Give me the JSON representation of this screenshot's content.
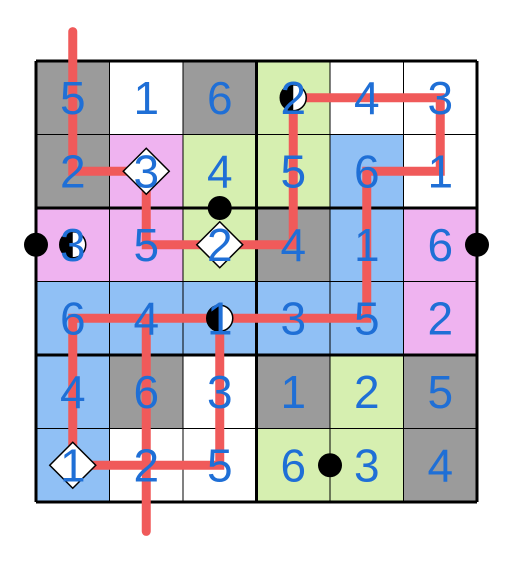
{
  "puzzle": {
    "grid": [
      [
        5,
        1,
        6,
        2,
        4,
        3
      ],
      [
        2,
        3,
        4,
        5,
        6,
        1
      ],
      [
        3,
        5,
        2,
        4,
        1,
        6
      ],
      [
        6,
        4,
        1,
        3,
        5,
        2
      ],
      [
        4,
        6,
        3,
        1,
        2,
        5
      ],
      [
        1,
        2,
        5,
        6,
        3,
        4
      ]
    ],
    "shading": [
      [
        "gray",
        "white",
        "gray",
        "green",
        "white",
        "white"
      ],
      [
        "gray",
        "pink",
        "green",
        "green",
        "blue",
        "white"
      ],
      [
        "pink",
        "pink",
        "green",
        "gray",
        "blue",
        "pink"
      ],
      [
        "blue",
        "blue",
        "blue",
        "blue",
        "blue",
        "pink"
      ],
      [
        "blue",
        "gray",
        "white",
        "gray",
        "green",
        "gray"
      ],
      [
        "blue",
        "white",
        "white",
        "green",
        "green",
        "gray"
      ]
    ],
    "path": [
      [
        0,
        -0.9
      ],
      [
        0,
        1
      ],
      [
        1,
        1
      ],
      [
        1,
        2
      ],
      [
        2,
        2
      ],
      [
        3,
        2
      ],
      [
        3,
        1
      ],
      [
        3,
        0
      ],
      [
        4,
        0
      ],
      [
        5,
        0
      ],
      [
        5,
        1
      ],
      [
        4,
        1
      ],
      [
        4,
        2
      ],
      [
        4,
        3
      ],
      [
        3,
        3
      ],
      [
        2,
        3
      ],
      [
        1,
        3
      ],
      [
        0,
        3
      ],
      [
        0,
        4
      ],
      [
        0,
        5
      ],
      [
        1,
        5
      ],
      [
        2,
        5
      ],
      [
        2,
        4
      ],
      [
        2,
        3
      ],
      [
        1,
        3
      ],
      [
        1,
        5
      ],
      [
        1,
        5.9
      ]
    ],
    "diamonds": [
      [
        1,
        1
      ],
      [
        2,
        2
      ],
      [
        0,
        5
      ]
    ],
    "half_circles": [
      [
        3,
        0
      ],
      [
        0,
        2
      ],
      [
        2,
        3
      ]
    ],
    "dots": [
      [
        2,
        1.5
      ],
      [
        -0.5,
        2
      ],
      [
        5.5,
        2
      ],
      [
        3.5,
        5
      ]
    ],
    "colors": {
      "digit": "#1f6fd6",
      "path": "#f05a5a",
      "grid_line": "#000000",
      "shading": {
        "gray": "#9b9b9b",
        "white": "#ffffff",
        "green": "#d6efb0",
        "pink": "#efb3f0",
        "blue": "#90c0f5"
      }
    }
  }
}
